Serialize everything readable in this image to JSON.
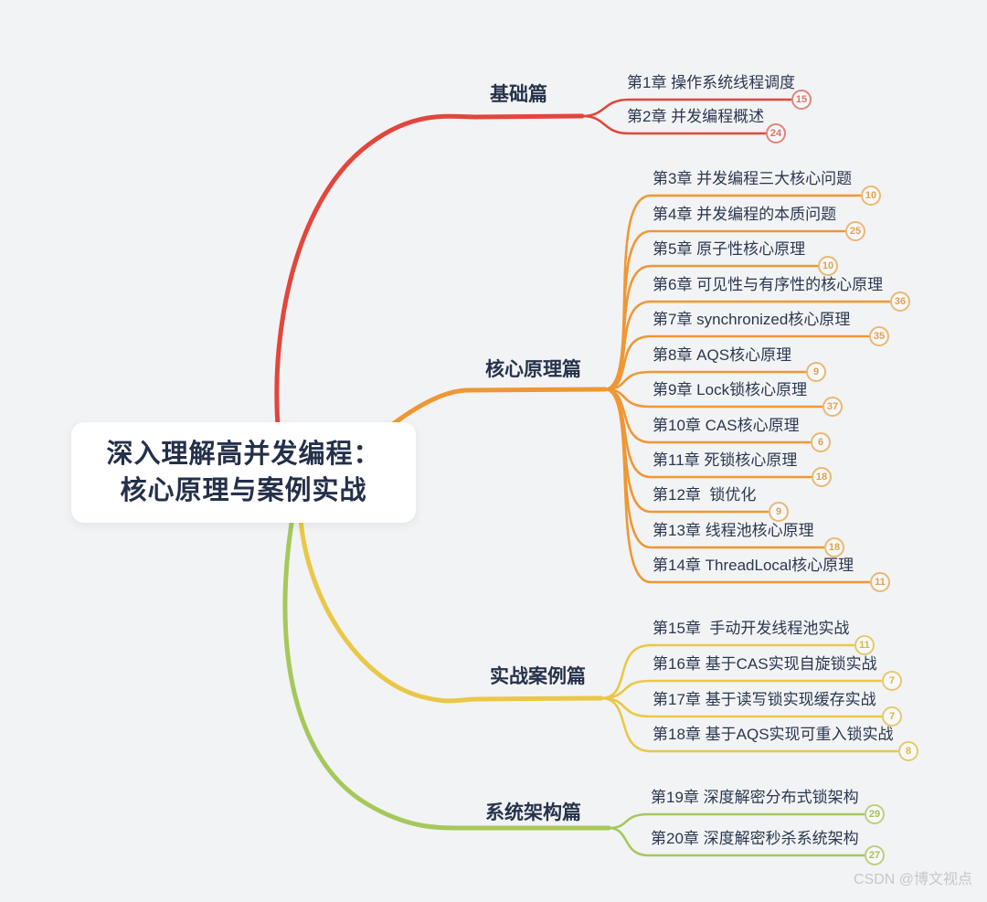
{
  "root": {
    "title_line1": "深入理解高并发编程：",
    "title_line2": "核心原理与案例实战"
  },
  "watermark": "CSDN @博文视点",
  "colors": {
    "background": "#f2f3f5",
    "root_node_bg": "#ffffff",
    "text": "#2b374e",
    "branch_red": "#e2463c",
    "branch_orange": "#ef9734",
    "branch_yellow": "#e9c847",
    "branch_green": "#a6c85b",
    "badge_red": "#e0837b",
    "badge_orange": "#eab873",
    "badge_yellow": "#e5c96e",
    "badge_green": "#bccf7d",
    "watermark": "#c6c7cb"
  },
  "branches": [
    {
      "label": "基础篇",
      "line_color": "#e2463c",
      "chapters": [
        {
          "title": "第1章 操作系统线程调度",
          "badge": "15"
        },
        {
          "title": "第2章 并发编程概述",
          "badge": "24"
        }
      ]
    },
    {
      "label": "核心原理篇",
      "line_color": "#ef9734",
      "chapters": [
        {
          "title": "第3章 并发编程三大核心问题",
          "badge": "10"
        },
        {
          "title": "第4章 并发编程的本质问题",
          "badge": "25"
        },
        {
          "title": "第5章 原子性核心原理",
          "badge": "10"
        },
        {
          "title": "第6章 可见性与有序性的核心原理",
          "badge": "36"
        },
        {
          "title": "第7章 synchronized核心原理",
          "badge": "35"
        },
        {
          "title": "第8章 AQS核心原理",
          "badge": "9"
        },
        {
          "title": "第9章 Lock锁核心原理",
          "badge": "37"
        },
        {
          "title": "第10章 CAS核心原理",
          "badge": "6"
        },
        {
          "title": "第11章 死锁核心原理",
          "badge": "18"
        },
        {
          "title": "第12章  锁优化",
          "badge": "9"
        },
        {
          "title": "第13章 线程池核心原理",
          "badge": "18"
        },
        {
          "title": "第14章 ThreadLocal核心原理",
          "badge": "11"
        }
      ]
    },
    {
      "label": "实战案例篇",
      "line_color": "#e9c847",
      "chapters": [
        {
          "title": "第15章  手动开发线程池实战",
          "badge": "11"
        },
        {
          "title": "第16章 基于CAS实现自旋锁实战",
          "badge": "7"
        },
        {
          "title": "第17章 基于读写锁实现缓存实战",
          "badge": "7"
        },
        {
          "title": "第18章 基于AQS实现可重入锁实战",
          "badge": "8"
        }
      ]
    },
    {
      "label": "系统架构篇",
      "line_color": "#a6c85b",
      "chapters": [
        {
          "title": "第19章 深度解密分布式锁架构",
          "badge": "29"
        },
        {
          "title": "第20章 深度解密秒杀系统架构",
          "badge": "27"
        }
      ]
    }
  ]
}
